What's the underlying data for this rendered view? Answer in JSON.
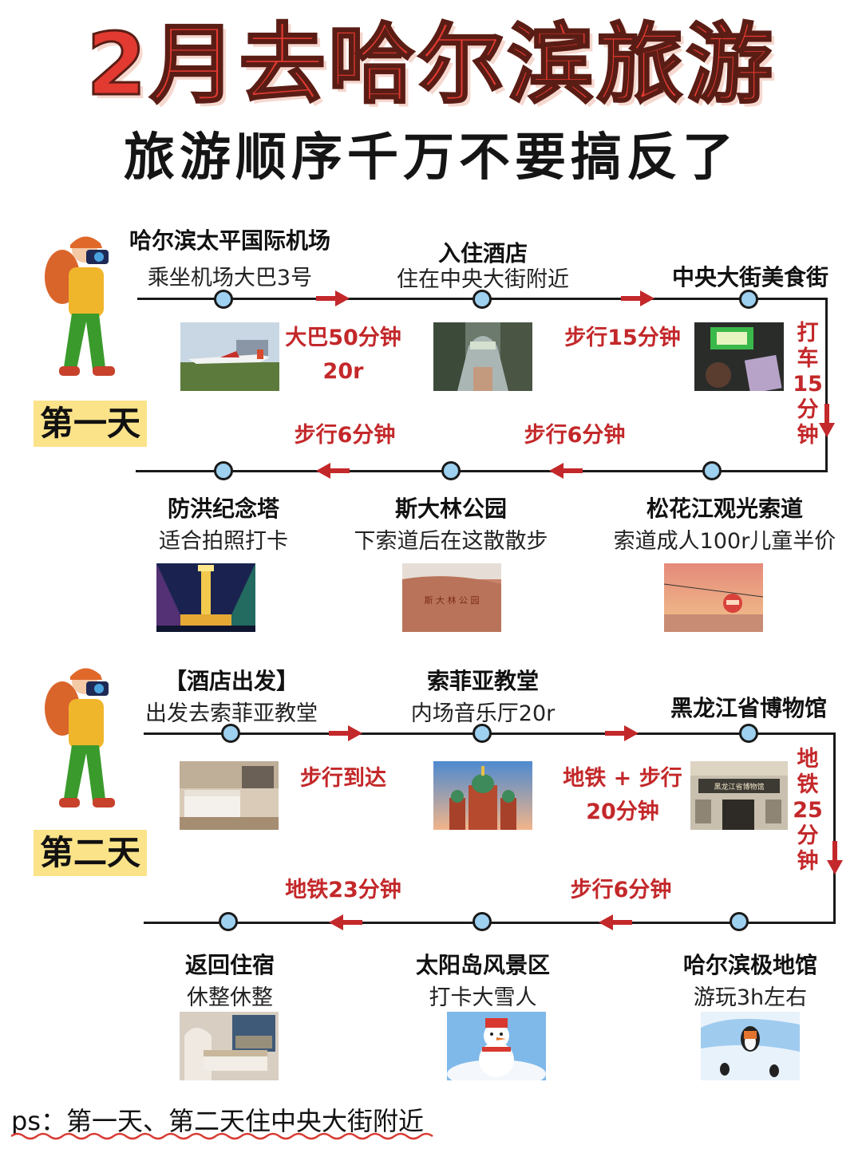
{
  "title": "2月去哈尔滨旅游",
  "subtitle": "旅游顺序千万不要搞反了",
  "day1": {
    "label": "第一天",
    "stops": [
      {
        "name": "哈尔滨太平国际机场",
        "note": "乘坐机场大巴3号"
      },
      {
        "name": "入住酒店",
        "note": "住在中央大街附近"
      },
      {
        "name": "中央大街美食街",
        "note": ""
      },
      {
        "name": "松花江观光索道",
        "note": "索道成人100r儿童半价"
      },
      {
        "name": "斯大林公园",
        "note": "下索道后在这散散步"
      },
      {
        "name": "防洪纪念塔",
        "note": "适合拍照打卡"
      }
    ],
    "transfers": {
      "t1_line1": "大巴50分钟",
      "t1_line2": "20r",
      "t2": "步行15分钟",
      "t3": [
        "打",
        "车",
        "15",
        "分",
        "钟"
      ],
      "t4": "步行6分钟",
      "t5": "步行6分钟"
    }
  },
  "day2": {
    "label": "第二天",
    "stops": [
      {
        "name": "【酒店出发】",
        "note": "出发去索菲亚教堂"
      },
      {
        "name": "索菲亚教堂",
        "note": "内场音乐厅20r"
      },
      {
        "name": "黑龙江省博物馆",
        "note": ""
      },
      {
        "name": "哈尔滨极地馆",
        "note": "游玩3h左右"
      },
      {
        "name": "太阳岛风景区",
        "note": "打卡大雪人"
      },
      {
        "name": "返回住宿",
        "note": "休整休整"
      }
    ],
    "transfers": {
      "t1": "步行到达",
      "t2_line1": "地铁 + 步行",
      "t2_line2": "20分钟",
      "t3": [
        "地",
        "铁",
        "25",
        "分",
        "钟"
      ],
      "t4": "步行6分钟",
      "t5": "地铁23分钟"
    }
  },
  "ps": "ps：第一天、第二天住中央大街附近",
  "colors": {
    "title_red": "#e23a31",
    "transfer_red": "#c3282a",
    "node_blue": "#9ed0ef",
    "label_yellow": "#fbe38a"
  }
}
